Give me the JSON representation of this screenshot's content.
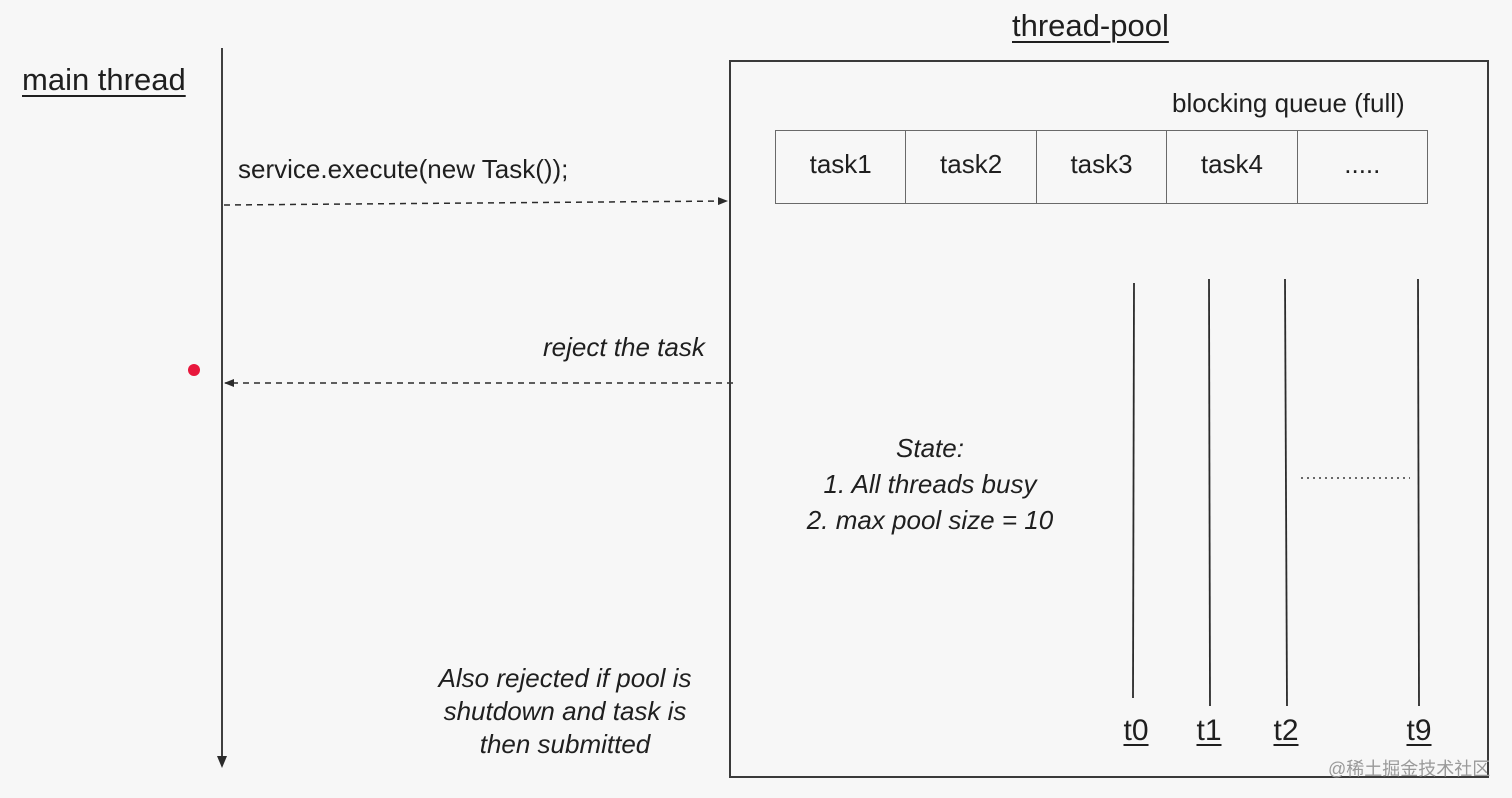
{
  "main_thread": {
    "label": "main thread"
  },
  "thread_pool": {
    "title": "thread-pool",
    "queue_label": "blocking queue (full)",
    "queue_cells": [
      "task1",
      "task2",
      "task3",
      "task4",
      "....."
    ],
    "threads": [
      "t0",
      "t1",
      "t2",
      "t9"
    ]
  },
  "calls": {
    "execute": "service.execute(new Task());",
    "reject": "reject the task"
  },
  "state": {
    "heading": "State:",
    "line1": "1. All threads busy",
    "line2": "2. max pool size = 10"
  },
  "note": {
    "line1": "Also rejected if pool is",
    "line2": "shutdown and task is",
    "line3": "then submitted"
  },
  "watermark": "@稀土掘金技术社区",
  "colors": {
    "line": "#2b2b2b",
    "dot": "#e8173c",
    "background": "#f7f7f7"
  }
}
